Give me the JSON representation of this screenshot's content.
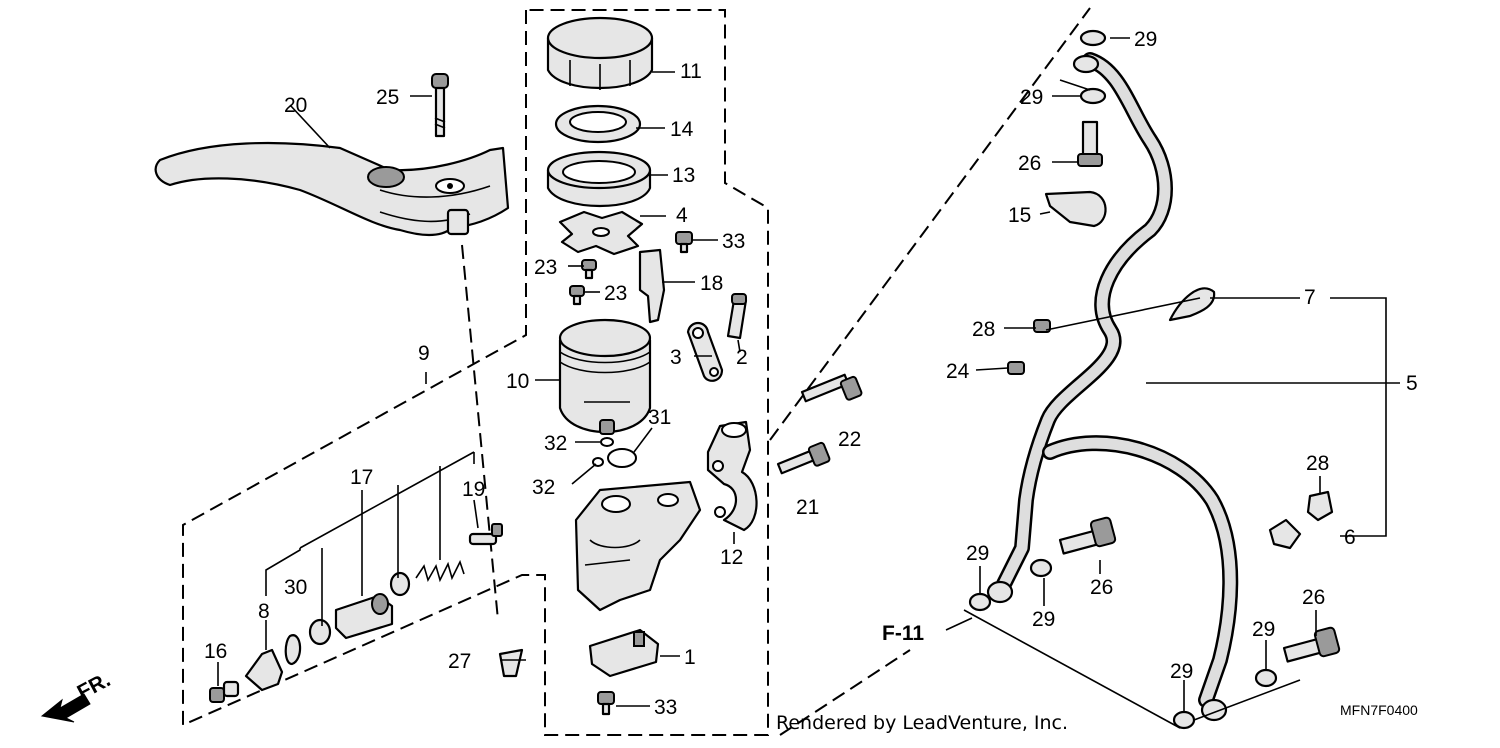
{
  "labels": {
    "l1": "1",
    "l2": "2",
    "l3": "3",
    "l4": "4",
    "l5": "5",
    "l6": "6",
    "l7": "7",
    "l8": "8",
    "l9": "9",
    "l10": "10",
    "l11": "11",
    "l12": "12",
    "l13": "13",
    "l14": "14",
    "l15": "15",
    "l16": "16",
    "l17": "17",
    "l18": "18",
    "l19": "19",
    "l20": "20",
    "l21": "21",
    "l22": "22",
    "l23a": "23",
    "l23b": "23",
    "l24": "24",
    "l25": "25",
    "l26a": "26",
    "l26b": "26",
    "l26c": "26",
    "l27": "27",
    "l28a": "28",
    "l28b": "28",
    "l29a": "29",
    "l29b": "29",
    "l29c": "29",
    "l29d": "29",
    "l29e": "29",
    "l29f": "29",
    "l30": "30",
    "l31": "31",
    "l32a": "32",
    "l32b": "32",
    "l33a": "33",
    "l33b": "33"
  },
  "ref_f11": "F-11",
  "direction": "FR.",
  "credit": "Rendered by LeadVenture, Inc.",
  "diagram_code": "MFN7F0400"
}
